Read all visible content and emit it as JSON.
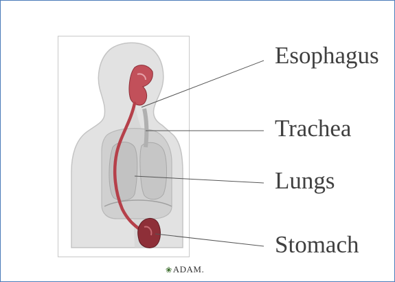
{
  "labels": {
    "esophagus": "Esophagus",
    "trachea": "Trachea",
    "lungs": "Lungs",
    "stomach": "Stomach"
  },
  "logo": {
    "text": "ADAM.",
    "icon": "leaf-icon"
  },
  "colors": {
    "frame_border": "#4a7ab8",
    "digestive_tract": "#b5404a",
    "body_silhouette": "#dcdcdc",
    "leader_line": "#555555",
    "label_text": "#404040"
  }
}
